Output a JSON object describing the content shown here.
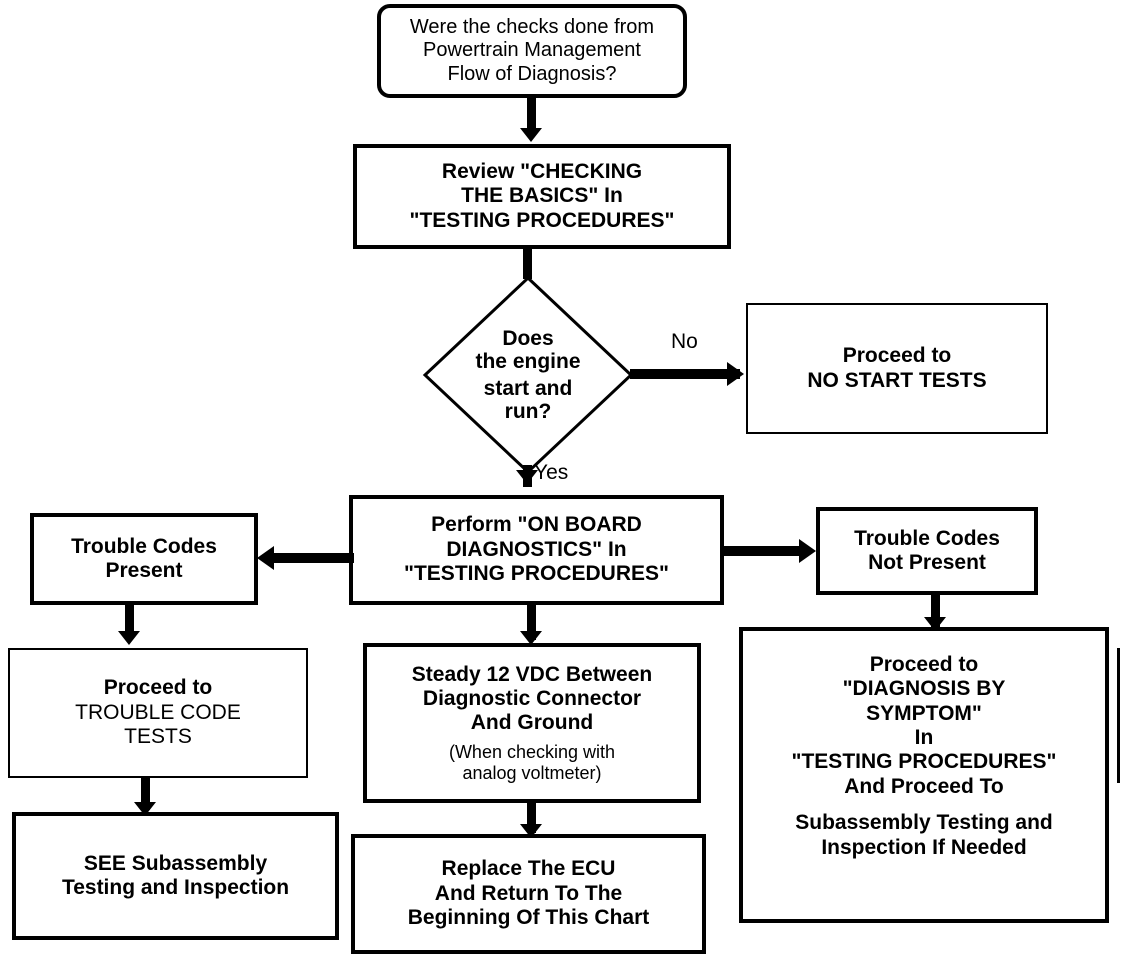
{
  "diagram": {
    "title": "Powertrain Management Flow of Diagnosis Chart",
    "type": "flowchart",
    "background_color": "#ffffff",
    "stroke_color": "#000000"
  },
  "nodes": {
    "start_question": {
      "shape": "rounded-rectangle",
      "lines": [
        "Were the checks done from",
        "Powertrain Management",
        "Flow of Diagnosis?"
      ]
    },
    "review_basics": {
      "shape": "rectangle",
      "lines": [
        "Review \"CHECKING",
        "THE BASICS\" In",
        "\"TESTING PROCEDURES\""
      ]
    },
    "engine_decision": {
      "shape": "diamond",
      "lines": [
        "Does",
        "the engine",
        "start and",
        "run?"
      ]
    },
    "no_start_tests": {
      "shape": "rectangle",
      "lines": [
        "Proceed to",
        "NO START TESTS"
      ]
    },
    "on_board_diagnostics": {
      "shape": "rectangle",
      "lines": [
        "Perform \"ON BOARD",
        "DIAGNOSTICS\" In",
        "\"TESTING PROCEDURES\""
      ]
    },
    "codes_present": {
      "shape": "rectangle",
      "lines": [
        "Trouble Codes",
        "Present"
      ]
    },
    "codes_not_present": {
      "shape": "rectangle",
      "lines": [
        "Trouble Codes",
        "Not Present"
      ]
    },
    "trouble_code_tests": {
      "shape": "rectangle",
      "line_bold": "Proceed to",
      "lines_regular": [
        "TROUBLE CODE",
        "TESTS"
      ]
    },
    "steady_12vdc": {
      "shape": "rectangle",
      "lines_bold": [
        "Steady 12 VDC Between",
        "Diagnostic Connector",
        "And Ground"
      ],
      "lines_regular": [
        "(When checking with",
        "analog voltmeter)"
      ]
    },
    "diagnosis_by_symptom": {
      "shape": "rectangle",
      "lines": [
        "Proceed  to",
        "\"DIAGNOSIS BY",
        "SYMPTOM\"",
        "In",
        "\"TESTING PROCEDURES\"",
        "And Proceed To",
        "Subassembly Testing and",
        "Inspection If Needed"
      ]
    },
    "see_subassembly": {
      "shape": "rectangle",
      "lines": [
        "SEE Subassembly",
        "Testing and Inspection"
      ]
    },
    "replace_ecu": {
      "shape": "rectangle",
      "lines": [
        "Replace The ECU",
        "And Return To The",
        "Beginning Of This Chart"
      ]
    }
  },
  "edge_labels": {
    "no": "No",
    "yes": "Yes"
  }
}
